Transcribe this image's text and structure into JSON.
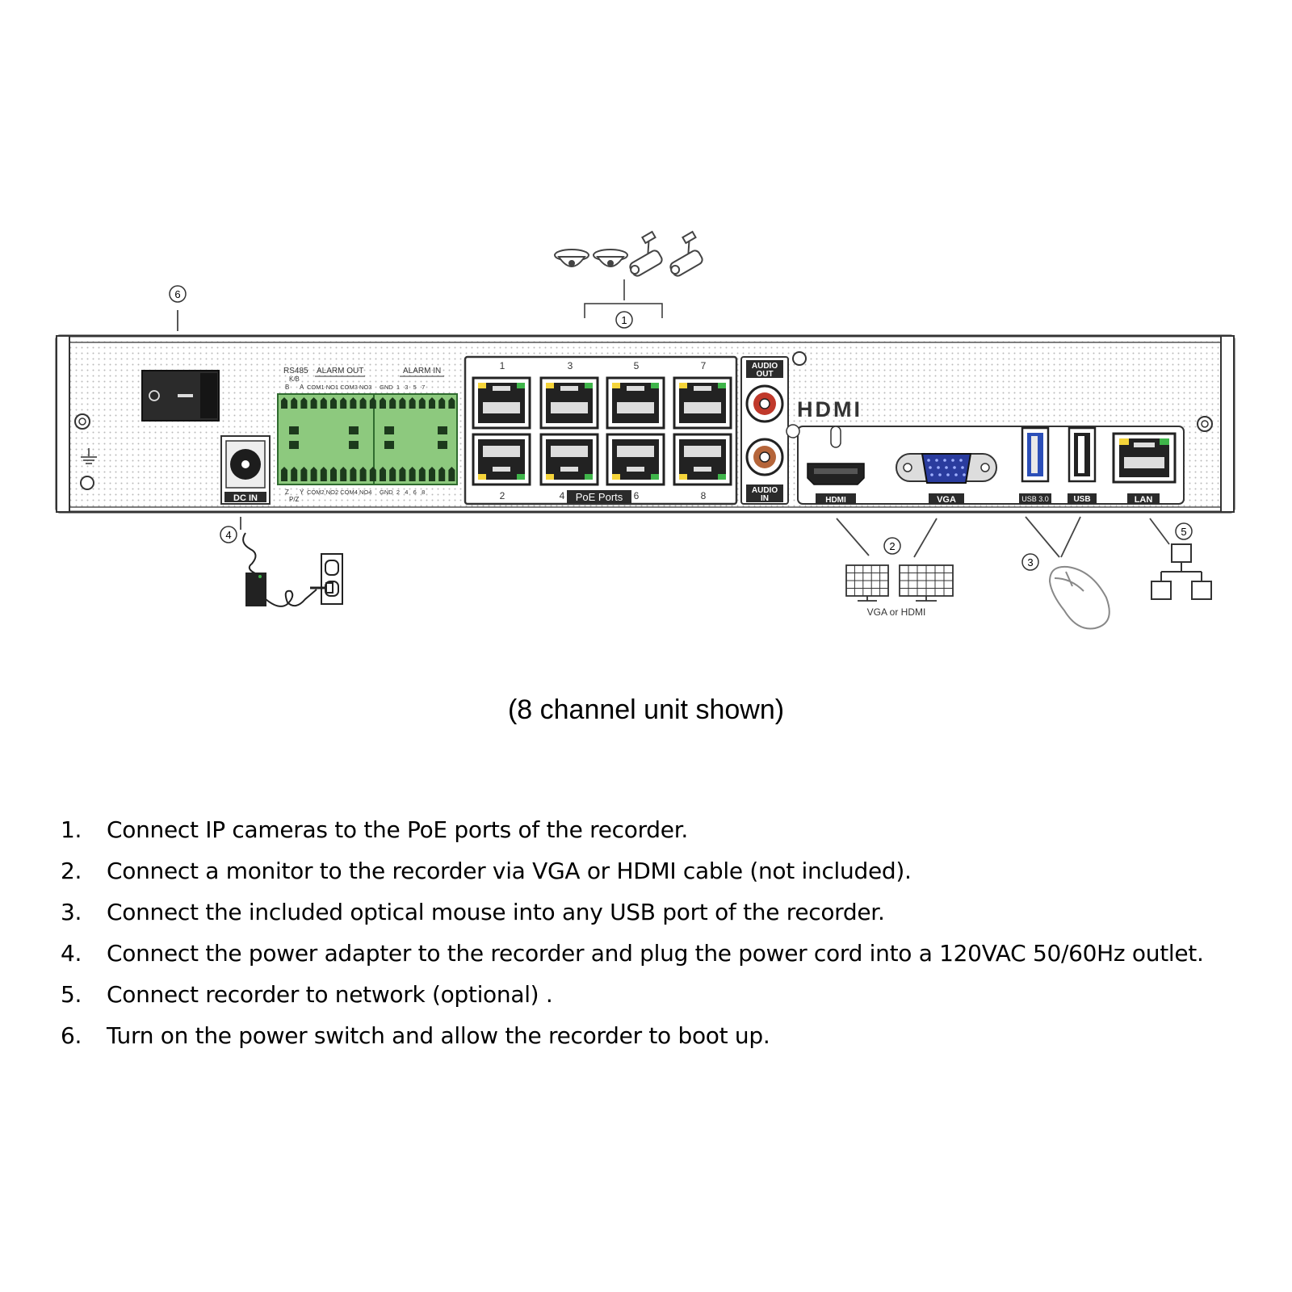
{
  "device": {
    "rs485_label": "RS485",
    "kb_label": "K/B",
    "rs485_b": "B",
    "rs485_a": "A",
    "alarm_out_label": "ALARM OUT",
    "alarm_out_top": "COM1 NO1 COM3 NO3",
    "alarm_in_label": "ALARM IN",
    "alarm_in_top": "GND  1   3   5   7",
    "ptz_z": "Z",
    "ptz_y": "Y",
    "alarm_out_bottom": "COM2 NO2 COM4 NO4",
    "alarm_in_bottom": "GND  2   4   6   8",
    "ptz_label": "P/Z",
    "dc_in": "DC IN",
    "poe_top_numbers": [
      "1",
      "3",
      "5",
      "7"
    ],
    "poe_bottom_numbers": [
      "2",
      "4",
      "6",
      "8"
    ],
    "poe_ports_label": "PoE Ports",
    "audio_out_1": "AUDIO",
    "audio_out_2": "OUT",
    "audio_in_1": "AUDIO",
    "audio_in_2": "IN",
    "hdmi_logo": "HDMI",
    "hdmi_port": "HDMI",
    "vga_port": "VGA",
    "usb3_port": "USB 3.0",
    "usb_port": "USB",
    "lan_port": "LAN"
  },
  "callouts": [
    "1",
    "2",
    "3",
    "4",
    "5",
    "6"
  ],
  "monitor_label": "VGA or HDMI",
  "caption": "(8 channel unit shown)",
  "steps": [
    {
      "num": "1.",
      "text": "Connect IP cameras to the PoE ports of the recorder."
    },
    {
      "num": "2.",
      "text": "Connect a monitor to the recorder via VGA or HDMI cable (not included)."
    },
    {
      "num": "3.",
      "text": "Connect the included optical mouse into any USB port of the recorder."
    },
    {
      "num": "4.",
      "text": "Connect the power adapter to the recorder and plug the power cord into a 120VAC 50/60Hz outlet."
    },
    {
      "num": "5.",
      "text": "Connect recorder to network (optional) ."
    },
    {
      "num": "6.",
      "text": "Turn on the power switch and allow the recorder to boot up."
    }
  ],
  "colors": {
    "terminal_green": "#8dc97e",
    "led_yellow": "#f5d43a",
    "led_green": "#3fb54a",
    "vga_blue": "#2a3c9e",
    "usb3_blue": "#2c4fb8",
    "rca_red": "#c0392b",
    "rca_copper": "#b5653a"
  }
}
